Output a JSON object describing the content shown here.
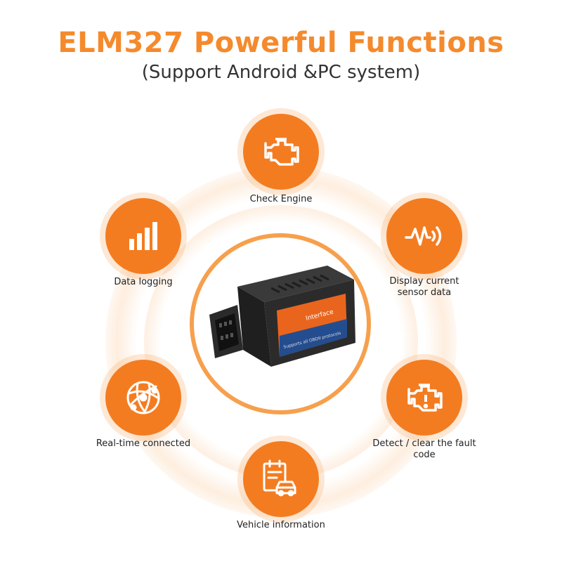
{
  "header": {
    "title": "ELM327 Powerful Functions",
    "subtitle": "(Support Android &PC system)"
  },
  "colors": {
    "accent": "#f47c20",
    "title": "#f58a2c",
    "ring": "#f6a04d"
  },
  "features": [
    {
      "label": "Check Engine",
      "icon": "engine-icon"
    },
    {
      "label": "Display current sensor data",
      "icon": "sensor-wave-icon"
    },
    {
      "label": "Detect / clear the fault code",
      "icon": "engine-warning-icon"
    },
    {
      "label": "Vehicle information",
      "icon": "vehicle-clipboard-icon"
    },
    {
      "label": "Real-time connected",
      "icon": "globe-network-icon"
    },
    {
      "label": "Data logging",
      "icon": "bar-chart-icon"
    }
  ],
  "device": {
    "label_line1": "Interface",
    "label_line2": "Supports all OBDII protocols"
  }
}
